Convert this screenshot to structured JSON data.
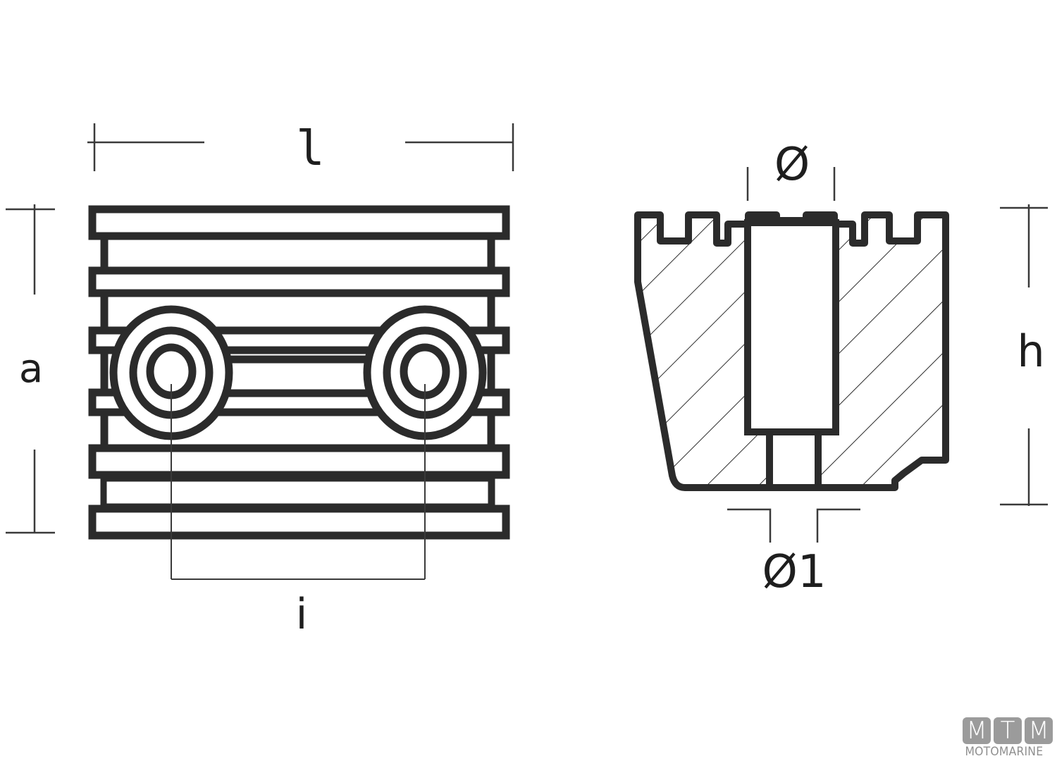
{
  "diagram": {
    "type": "technical-drawing",
    "subject": "anode block, front view and cross-section",
    "colors": {
      "stroke": "#2b2b2b",
      "dimension_line": "#3a3a3a",
      "text": "#1e1e1e",
      "logo_gray": "#9b9b9b",
      "background": "#ffffff"
    }
  },
  "front_view": {
    "dimensions": {
      "l": {
        "label": "l",
        "orientation": "horizontal",
        "meaning": "length"
      },
      "a": {
        "label": "a",
        "orientation": "vertical",
        "meaning": "height of front face"
      },
      "i": {
        "label": "i",
        "orientation": "horizontal",
        "meaning": "hole center distance"
      }
    },
    "holes": 2
  },
  "section_view": {
    "dimensions": {
      "diameter": {
        "label": "Ø",
        "meaning": "bore diameter"
      },
      "diameter1": {
        "label": "Ø1",
        "meaning": "through-hole diameter"
      },
      "h": {
        "label": "h",
        "orientation": "vertical",
        "meaning": "overall height"
      }
    },
    "hatched": true
  },
  "logo": {
    "letters": [
      "M",
      "T",
      "M"
    ],
    "text": "MOTOMARINE"
  }
}
